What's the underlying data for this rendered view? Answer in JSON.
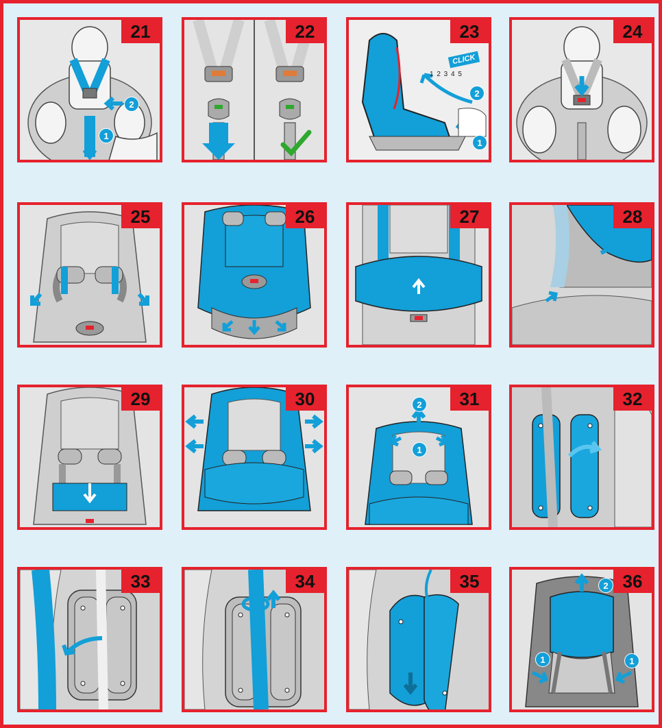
{
  "colors": {
    "frame": "#e5222d",
    "background": "#dff0f9",
    "accent": "#139fd8",
    "seat": "#cfcfcf",
    "check": "#2ea82e"
  },
  "panels": [
    {
      "number": "21",
      "badges": [
        "1",
        "2"
      ]
    },
    {
      "number": "22",
      "badges": []
    },
    {
      "number": "23",
      "badges": [
        "2",
        "1"
      ],
      "click": "CLICK",
      "positions": "1 2 3 4 5"
    },
    {
      "number": "24",
      "badges": []
    },
    {
      "number": "25",
      "badges": []
    },
    {
      "number": "26",
      "badges": []
    },
    {
      "number": "27",
      "badges": []
    },
    {
      "number": "28",
      "badges": []
    },
    {
      "number": "29",
      "badges": []
    },
    {
      "number": "30",
      "badges": []
    },
    {
      "number": "31",
      "badges": [
        "2",
        "1"
      ]
    },
    {
      "number": "32",
      "badges": []
    },
    {
      "number": "33",
      "badges": []
    },
    {
      "number": "34",
      "badges": []
    },
    {
      "number": "35",
      "badges": []
    },
    {
      "number": "36",
      "badges": [
        "2",
        "1",
        "1"
      ]
    }
  ]
}
